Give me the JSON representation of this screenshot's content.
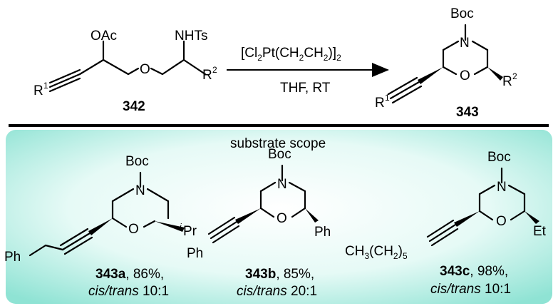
{
  "reaction": {
    "reactant_label": "342",
    "product_label": "343",
    "reagent": "[Cl2Pt(CH2CH2)]2",
    "conditions": "THF, RT",
    "groups": {
      "oac": "OAc",
      "nhts": "NHTs",
      "o": "O",
      "r1": "R1",
      "r2": "R2",
      "boc": "Boc",
      "n": "N"
    }
  },
  "panel": {
    "title": "substrate scope",
    "background_color": "#bff0e6",
    "examples": [
      {
        "id": "343a",
        "yield": ", 86%,",
        "ratio_label": "cis/trans",
        "ratio": " 10:1",
        "substituent": "iPr",
        "alkyne_group": "Ph"
      },
      {
        "id": "343b",
        "yield": ", 85%,",
        "ratio_label": "cis/trans",
        "ratio": " 20:1",
        "substituent": "Ph",
        "alkyne_group": "Ph"
      },
      {
        "id": "343c",
        "yield": ", 98%,",
        "ratio_label": "cis/trans",
        "ratio": " 10:1",
        "substituent": "Et",
        "alkyne_group": "CH3(CH2)5"
      }
    ]
  }
}
